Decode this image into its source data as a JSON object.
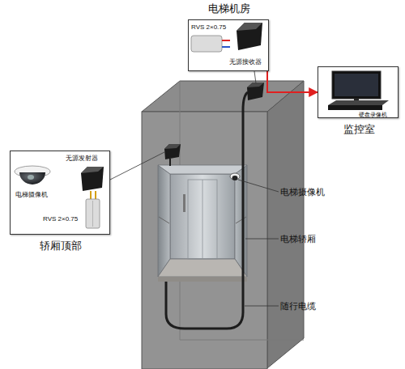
{
  "diagram": {
    "nodes": [
      {
        "text": [
          "电梯机房",
          "RVS 2×0.75",
          "无源接收器"
        ]
      },
      {
        "text": [
          "监控室",
          "硬盘录像机"
        ]
      },
      {
        "text": [
          "轿厢顶部",
          "电梯摄像机",
          "无源发射器",
          "RVS 2×0.75"
        ]
      }
    ],
    "edges": [
      {
        "from": 0,
        "to": 1,
        "arrow": "to"
      }
    ],
    "labels": [
      "电梯摄像机",
      "电梯轿厢",
      "随行电缆"
    ]
  }
}
